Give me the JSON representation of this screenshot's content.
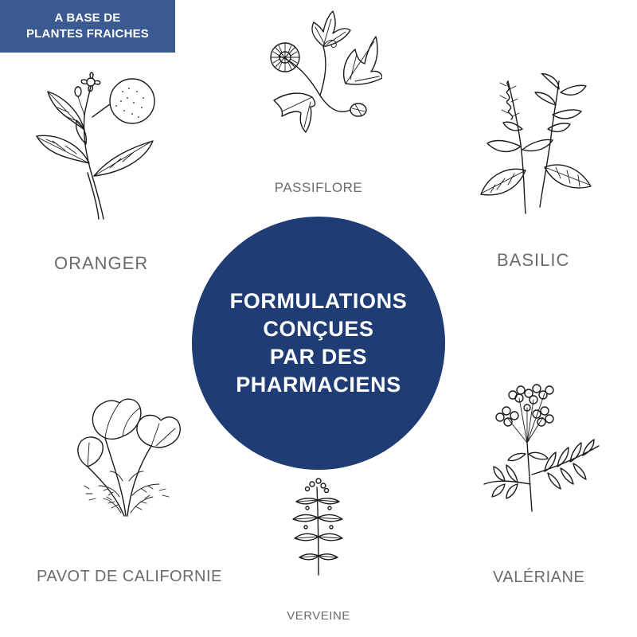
{
  "badge": {
    "line1": "A BASE DE",
    "line2": "PLANTES FRAICHES"
  },
  "center": {
    "line1": "FORMULATIONS",
    "line2": "CONÇUES",
    "line3": "PAR DES",
    "line4": "PHARMACIENS"
  },
  "plants": {
    "passiflore": "PASSIFLORE",
    "oranger": "ORANGER",
    "basilic": "BASILIC",
    "pavot": "PAVOT DE CALIFORNIE",
    "verveine": "VERVEINE",
    "valeriane": "VALÉRIANE"
  },
  "colors": {
    "badge_background": "#3b5a92",
    "circle_background": "#1f3c74",
    "label_text": "#6b6b6b",
    "illustration_ink": "#1a1a1a"
  }
}
